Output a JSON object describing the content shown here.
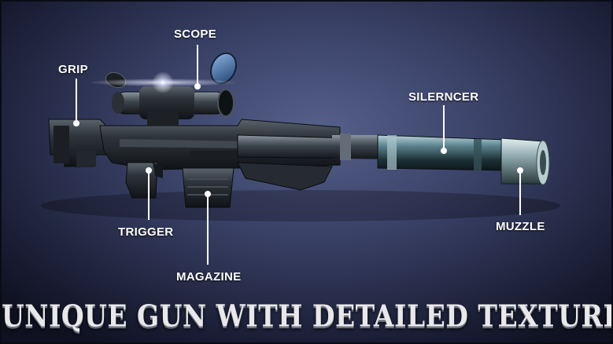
{
  "labels": {
    "scope": "SCOPE",
    "grip": "GRIP",
    "silencer": "SILERNCER",
    "trigger": "TRIGGER",
    "magazine": "MAGAZINE",
    "muzzle": "MUZZLE"
  },
  "headline": "UNIQUE GUN WITH DETAILED TEXTURE",
  "colors": {
    "background_center": "#56608a",
    "background_edge": "#0f1120",
    "gun_metal": "#2b3036",
    "silencer_teal": "#7fa3ad",
    "label_text": "#ffffff"
  }
}
